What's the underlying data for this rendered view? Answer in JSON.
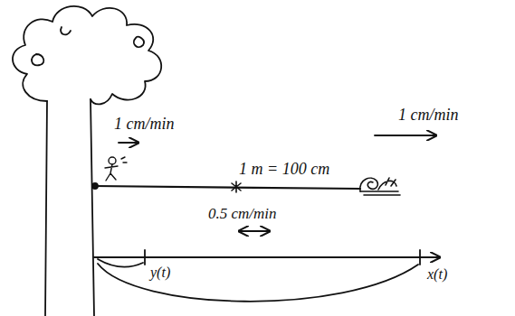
{
  "diagram": {
    "labels": [
      "1 cm/min",
      "1 m = 100 cm",
      "1 cm/min",
      "0.5 cm/min",
      "y(t)",
      "x(t)"
    ]
  }
}
